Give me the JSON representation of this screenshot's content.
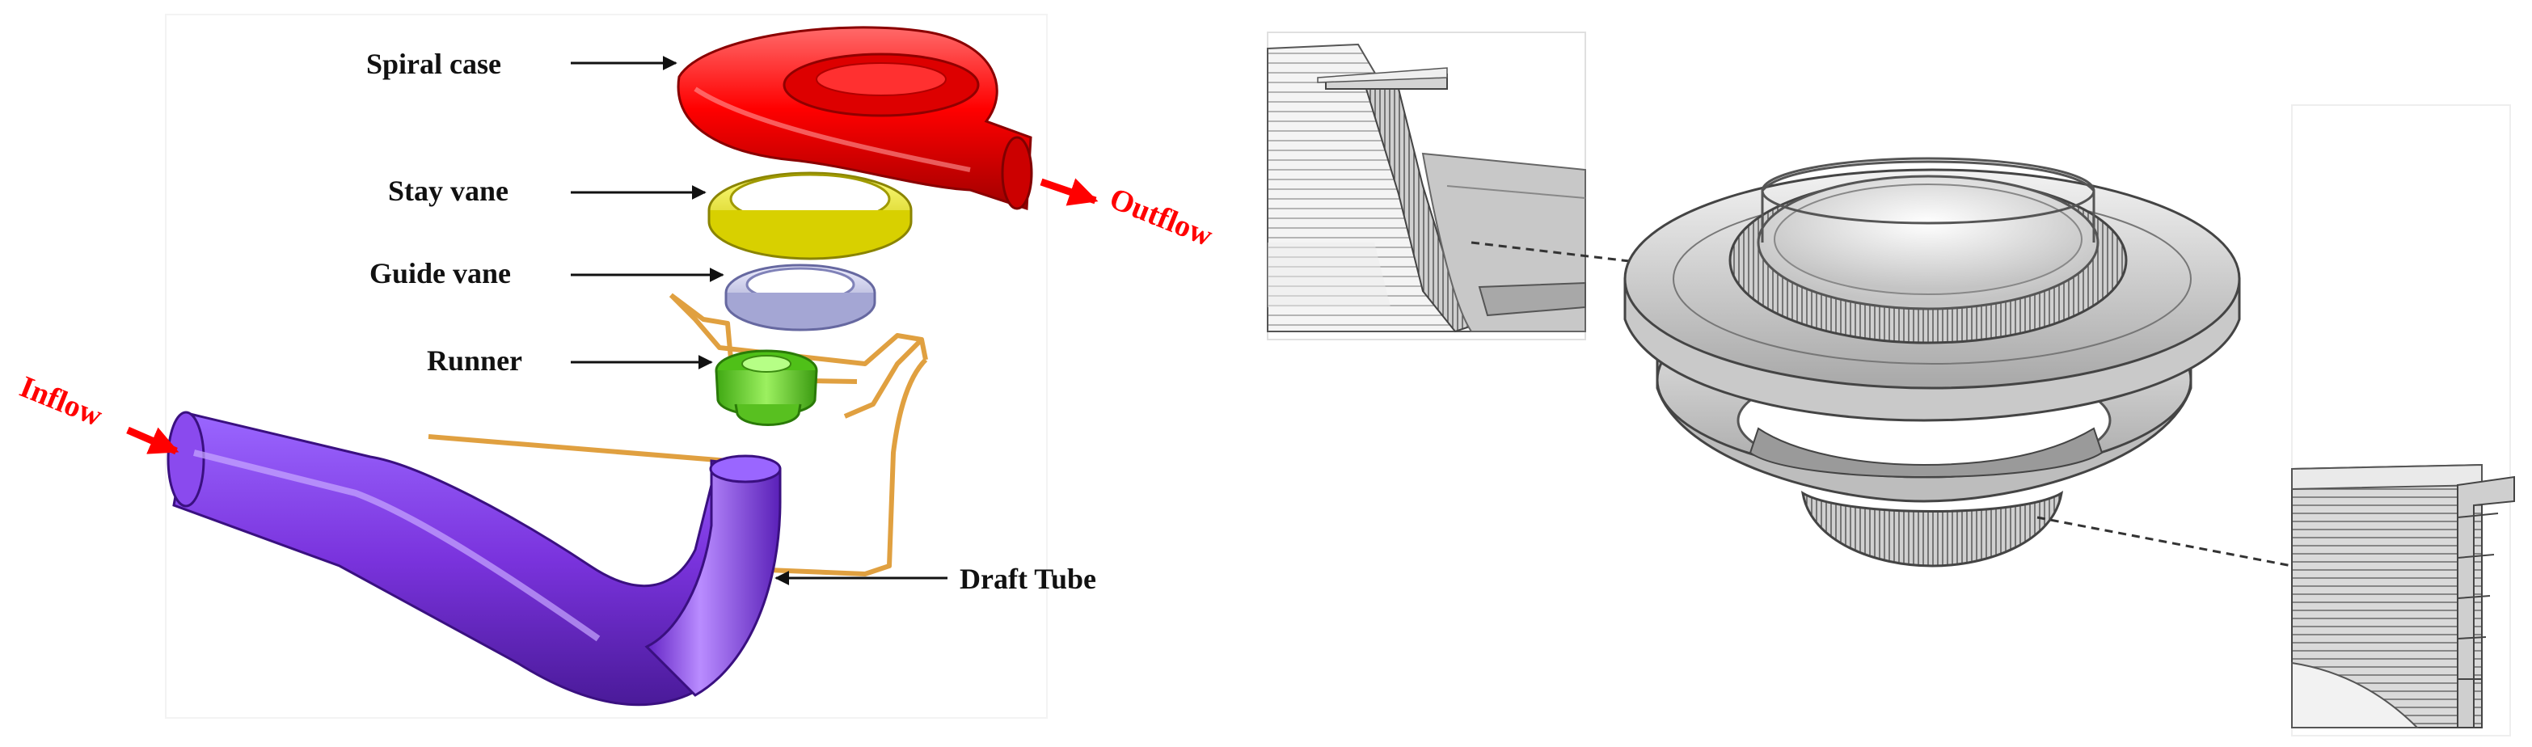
{
  "labels": {
    "spiral_case": "Spiral case",
    "stay_vane": "Stay vane",
    "guide_vane": "Guide vane",
    "runner": "Runner",
    "draft_tube": "Draft Tube",
    "inflow": "Inflow",
    "outflow": "Outflow"
  },
  "colors": {
    "spiral_case": "#ff0000",
    "stay_vane": "#f2f200",
    "guide_vane": "#c6c8ec",
    "runner": "#66dd22",
    "draft_tube": "#7a33dd",
    "seal_path": "#e0a040",
    "flow_arrow": "#ff0000",
    "leader": "#111111",
    "mesh_gray": "#bdbdbd"
  }
}
